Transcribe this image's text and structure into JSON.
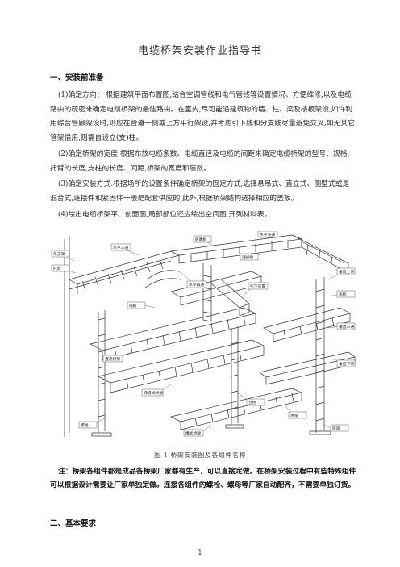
{
  "doc": {
    "title": "电缆桥架安装作业指导书",
    "section1_heading": "一、安装前准备",
    "p1": "(1)确定方向：    根据建筑平面布置图,结合空调管线和电气管线等设置情况、方便维修,以及电缆路由的疏密来确定电缆桥架的最佳路由。在室内,尽可能沿建筑物的墙、柱、梁及楼板架设,如许利用综合管廊架设时,则应在管道一侧或上方平行架设,并考虑引下线和分支线尽量避免交叉,如无其它管架借用,则需自设立(支)柱。",
    "p2": "(2)确定桥架的宽度:根据布放电缆条数、电缆直径及电缆的间距来确定电缆桥架的型号、规格, 托臂的长度,支柱的长度、间距,桥架的宽度和层数。",
    "p3": "(3)确定安装方式:根据场所的设置条件确定桥架的固定方式,选择悬吊式、直立式、侧壁式或是混合式,连接件和紧固件一般是配套供应的,此外,根据桥架结构选择相应的盖板。",
    "p4": "(4)绘出电缆桥架平、剖面图,局部部位还应绘出空间图,开列材料表。",
    "figure_caption": "图 1   桥架安装图及各组件名称",
    "note": "注：桥架各组件都是成品各桥架厂家都有生产，可以直接定做。在桥架安装过程中有些特殊组件可以根据设计需要让厂家单独定做。连接各组件的螺栓、螺母等厂家自动配齐，不需要单独订货。",
    "section2_heading": "二、基本要求",
    "page_number": "1"
  },
  "figure_labels": {
    "l01": "吊支架",
    "l02": "水平三通",
    "l03": "托臂",
    "l04": "终端板",
    "l05": "水平弯通",
    "l06": "垂直上弯",
    "l07": "连接板",
    "l08": "直通桥架",
    "l09": "立柱",
    "l10": "水平四通",
    "l11": "盖板",
    "l12": "隔板",
    "l13": "引下装置",
    "l14": "垂直下弯",
    "l15": "底座",
    "l16": "螺栓",
    "l17": "垂直三通",
    "l18": "吊架",
    "l19": "梯级式桥架",
    "l20": "槽式桥架"
  }
}
